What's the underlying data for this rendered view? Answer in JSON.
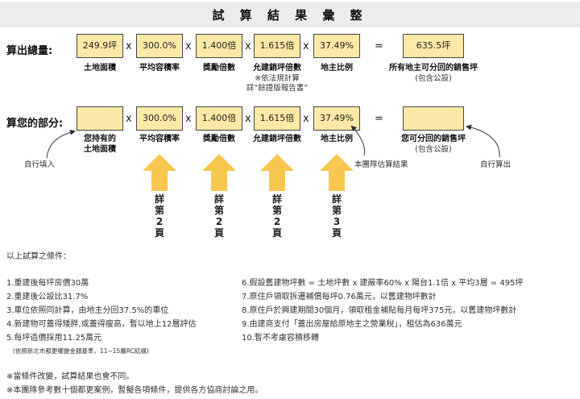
{
  "title": "試 算 結 果 彙 整",
  "row1": {
    "label": "算出總量:",
    "land_area": "249.9坪",
    "far": "300.0%",
    "bonus": "1.400倍",
    "sellable": "1.615倍",
    "owner_ratio": "37.49%",
    "result": "635.5坪",
    "cap_land": "土地面積",
    "cap_far": "平均容積率",
    "cap_bonus": "獎勵倍數",
    "cap_sellable": "允建銷坪倍數",
    "cap_owner": "地主比例",
    "cap_result": "所有地主可分回的銷售坪",
    "note_sellable_1": "※依法規計算",
    "note_sellable_2": "詳“餘證版報告書”",
    "note_result": "(包含公設)"
  },
  "row2": {
    "label": "算您的部分:",
    "land_area": "",
    "far": "300.0%",
    "bonus": "1.400倍",
    "sellable": "1.615倍",
    "owner_ratio": "37.49%",
    "result": "",
    "cap_land_1": "您持有的",
    "cap_land_2": "土地面積",
    "cap_far": "平均容積率",
    "cap_bonus": "獎勵倍數",
    "cap_sellable": "允建銷坪倍數",
    "cap_owner": "地主比例",
    "cap_result": "您可分回的銷售坪",
    "note_result": "(包含公設)",
    "fill_in": "自行填入",
    "team_estimate": "本團隊估算結果",
    "self_calc": "自行算出"
  },
  "operators": {
    "times": "x",
    "equals": "="
  },
  "details": [
    {
      "chars": [
        "詳",
        "第",
        "2",
        "頁"
      ]
    },
    {
      "chars": [
        "詳",
        "第",
        "2",
        "頁"
      ]
    },
    {
      "chars": [
        "詳",
        "第",
        "2",
        "頁"
      ]
    },
    {
      "chars": [
        "詳",
        "第",
        "3",
        "頁"
      ]
    }
  ],
  "conditions": {
    "heading": "以上試算之條件：",
    "left": [
      "1.重建後每坪房價30萬",
      "2.重建後公設比31.7%",
      "3.車位依照同計算，由地主分回37.5%的車位",
      "4.新建物可蓋得矮胖,或蓋得瘦高，暫以地上12層評估",
      "5.每坪造價採用11.25萬元"
    ],
    "left_sub": "(依照新北市都更權變金額基準，11~15層RC結構)",
    "right": [
      "6.假設舊建物坪數 = 土地坪數 x 建蔽率60% x 陽台1.1倍 x 平均3層 = 495坪",
      "7.原住戶領取拆遷補償每坪0.76萬元，以舊建物坪數計",
      "8.原住戶於興建期間30個月，領取租金補貼每月每坪375元，以舊建物坪數計",
      "9.由建商支付「蓋出房屋給原地主之營業稅」，租估為636萬元",
      "10.暫不考慮容積移轉"
    ],
    "footnote_1": "※當條件改變，試算結果也會不同。",
    "footnote_2": "※本團隊參考數十個都更案例，暫擬各項條件，提供各方協商討論之用。"
  },
  "colors": {
    "box_fill": "#fde9a7",
    "arrow_fill": "#f7c74f",
    "title_bar": "#ececec"
  }
}
